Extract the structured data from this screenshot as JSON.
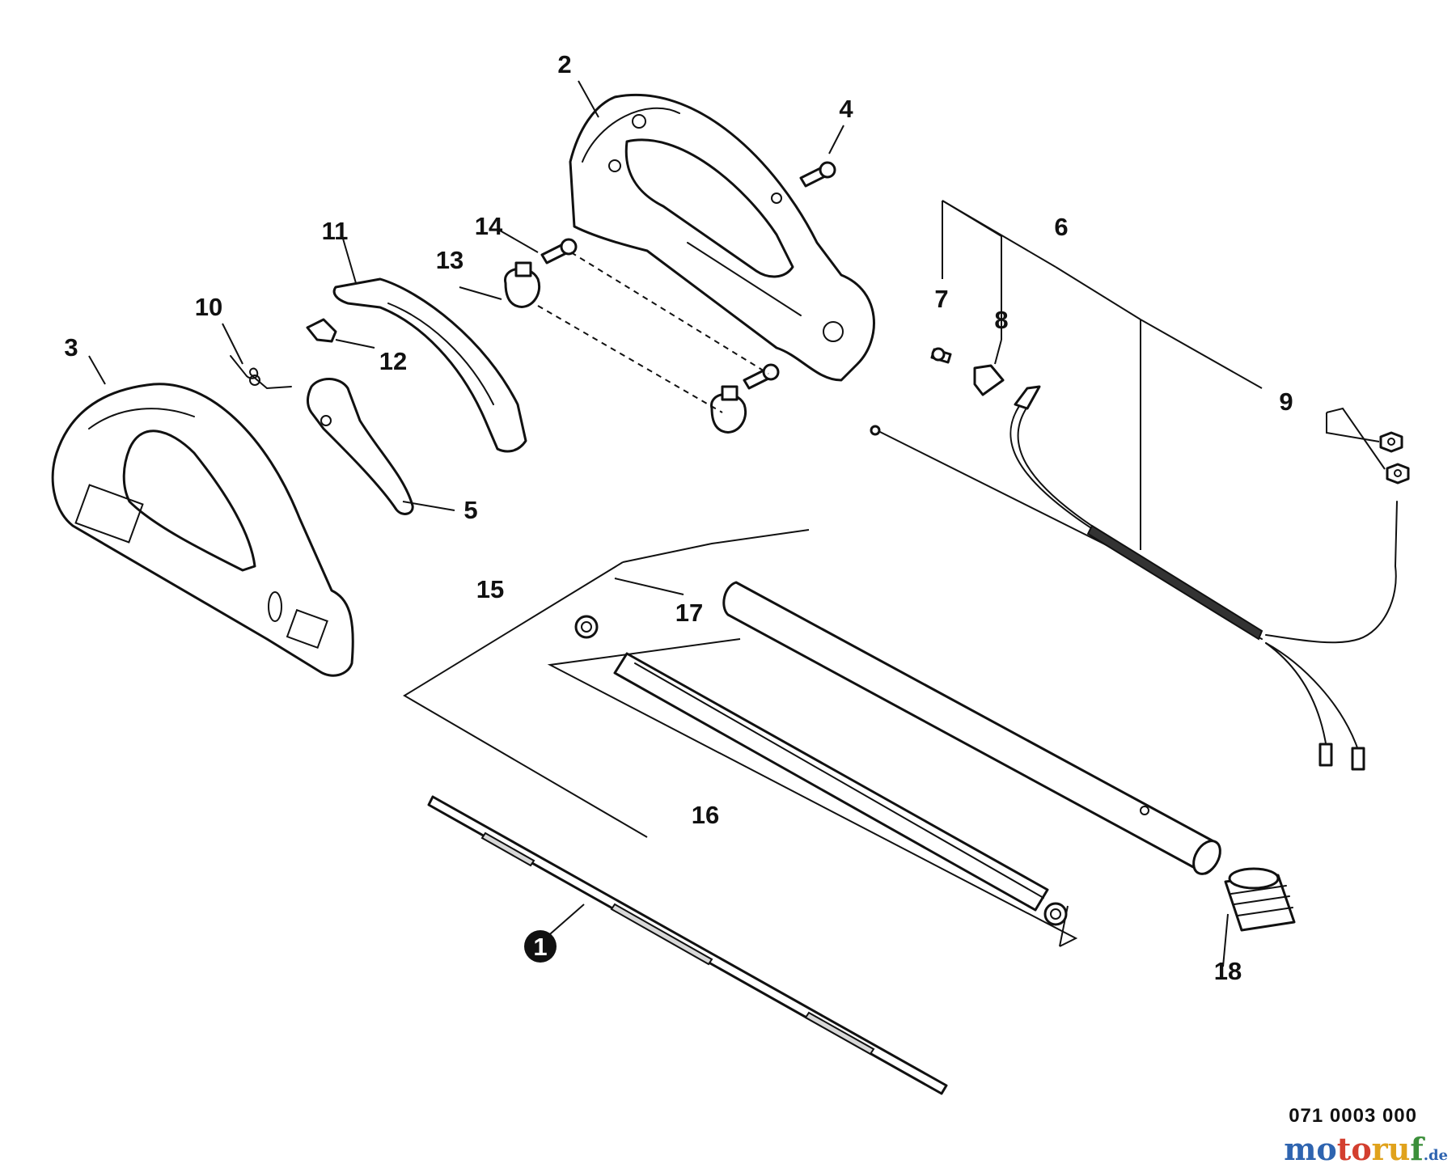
{
  "callouts": {
    "c1": "1",
    "c2": "2",
    "c3": "3",
    "c4": "4",
    "c5": "5",
    "c6": "6",
    "c7": "7",
    "c8": "8",
    "c9": "9",
    "c10": "10",
    "c11": "11",
    "c12": "12",
    "c13": "13",
    "c14": "14",
    "c15": "15",
    "c16": "16",
    "c17": "17",
    "c18": "18"
  },
  "diagram_number": "071 0003 000",
  "watermark": {
    "w1": "mo",
    "w2": "to",
    "w3": "ru",
    "w4": "f",
    "tld": ".de"
  }
}
